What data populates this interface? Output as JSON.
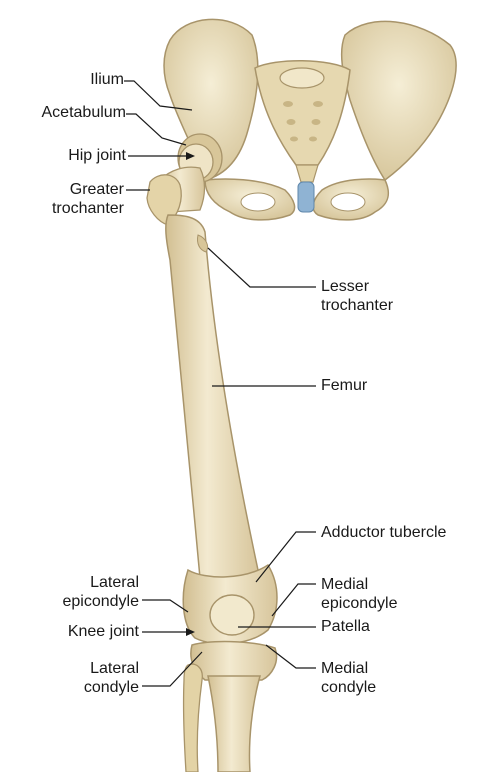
{
  "colors": {
    "bone_fill": "#e9dcb9",
    "bone_light": "#f4ecd3",
    "bone_shadow": "#cbb98f",
    "bone_outline": "#a8946a",
    "cartilage": "#8fb3d3",
    "leader_line": "#1a1a1a",
    "text": "#1a1a1a"
  },
  "labels": {
    "ilium": "Ilium",
    "acetabulum": "Acetabulum",
    "hip_joint": "Hip joint",
    "greater_trochanter_1": "Greater",
    "greater_trochanter_2": "trochanter",
    "lesser_trochanter_1": "Lesser",
    "lesser_trochanter_2": "trochanter",
    "femur": "Femur",
    "adductor_tubercle": "Adductor tubercle",
    "lateral_epicondyle_1": "Lateral",
    "lateral_epicondyle_2": "epicondyle",
    "medial_epicondyle_1": "Medial",
    "medial_epicondyle_2": "epicondyle",
    "knee_joint": "Knee joint",
    "patella": "Patella",
    "lateral_condyle_1": "Lateral",
    "lateral_condyle_2": "condyle",
    "medial_condyle_1": "Medial",
    "medial_condyle_2": "condyle"
  }
}
